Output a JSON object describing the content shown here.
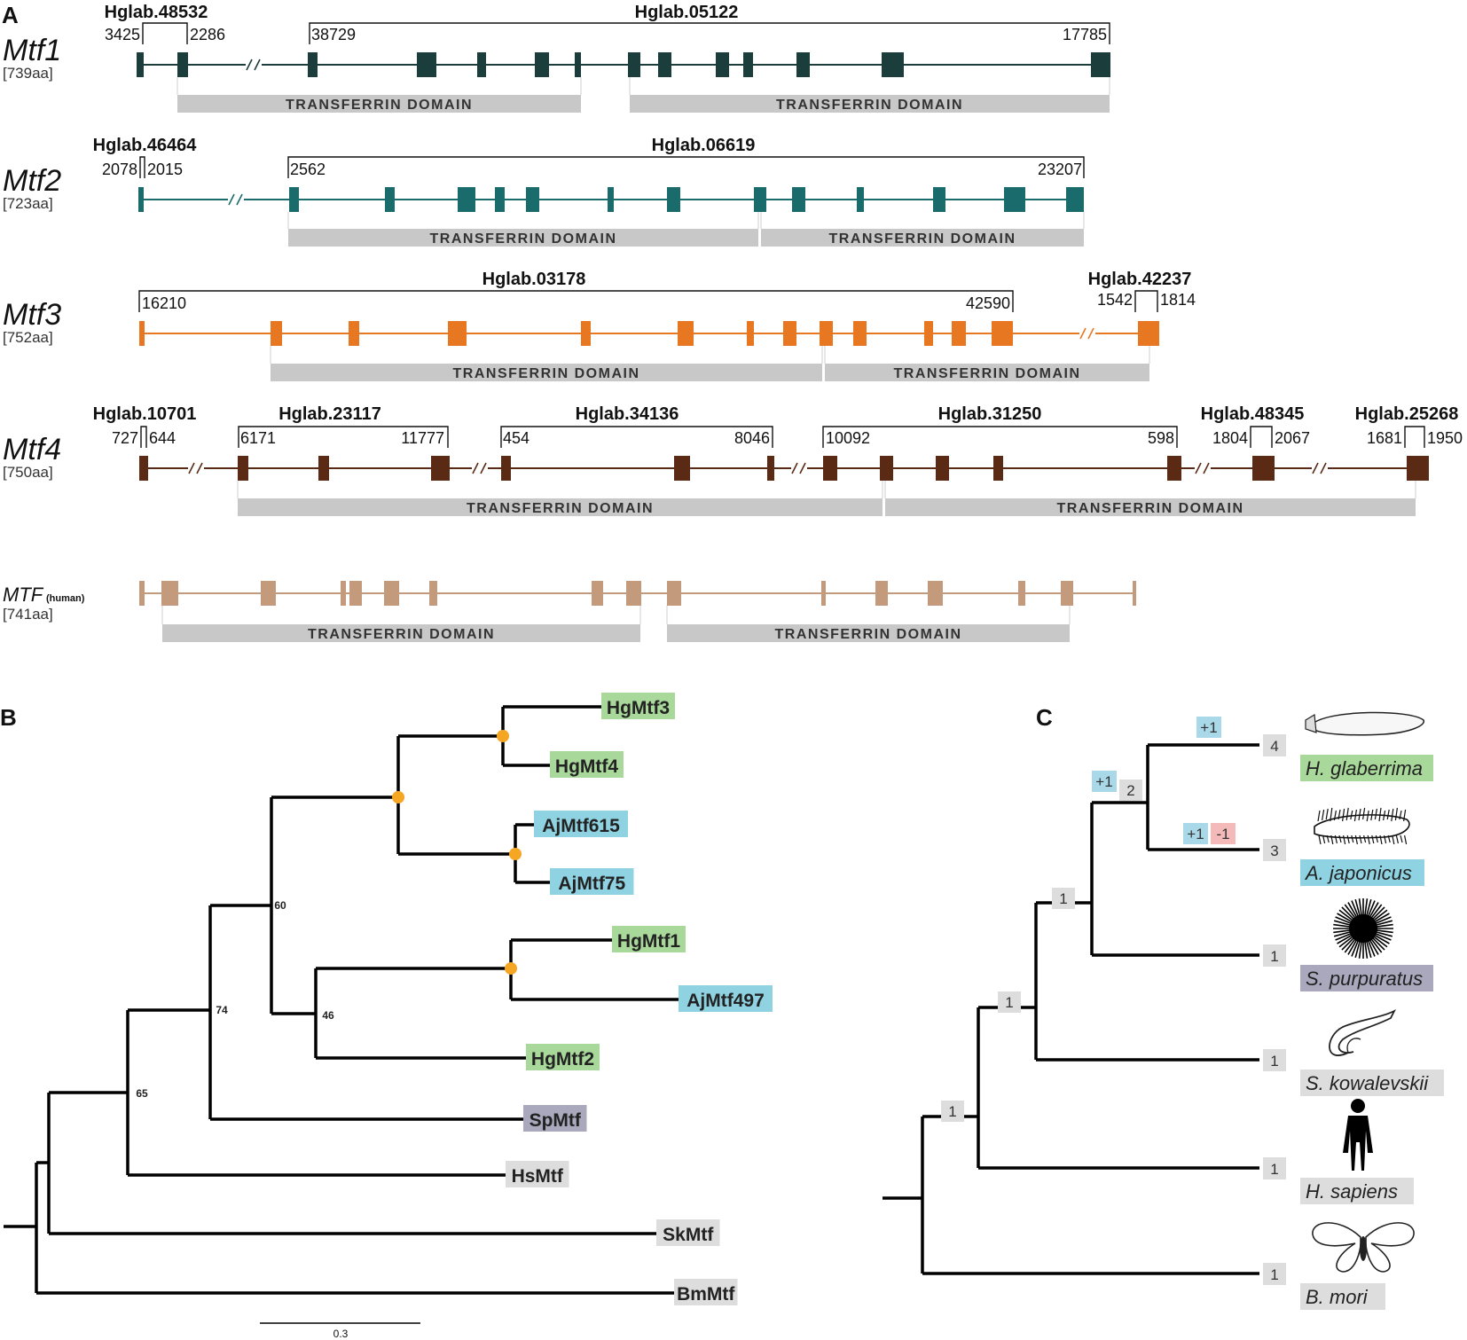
{
  "panels": {
    "a": "A",
    "b": "B",
    "c": "C"
  },
  "domain_label": "TRANSFERRIN DOMAIN",
  "genes": [
    {
      "name": "Mtf1",
      "aa": "[739aa]",
      "color": "#1b3d3b",
      "scaffolds": [
        {
          "id": "Hglab.48532",
          "start": "3425",
          "end": "2286"
        },
        {
          "id": "Hglab.05122",
          "start": "38729",
          "end": "17785"
        }
      ]
    },
    {
      "name": "Mtf2",
      "aa": "[723aa]",
      "color": "#1a6b6b",
      "scaffolds": [
        {
          "id": "Hglab.46464",
          "start": "2078",
          "end": "2015"
        },
        {
          "id": "Hglab.06619",
          "start": "2562",
          "end": "23207"
        }
      ]
    },
    {
      "name": "Mtf3",
      "aa": "[752aa]",
      "color": "#e87722",
      "scaffolds": [
        {
          "id": "Hglab.03178",
          "start": "16210",
          "end": "42590"
        },
        {
          "id": "Hglab.42237",
          "start": "1542",
          "end": "1814"
        }
      ]
    },
    {
      "name": "Mtf4",
      "aa": "[750aa]",
      "color": "#5a2a14",
      "scaffolds": [
        {
          "id": "Hglab.10701",
          "start": "727",
          "end": "644"
        },
        {
          "id": "Hglab.23117",
          "start": "6171",
          "end": "11777"
        },
        {
          "id": "Hglab.34136",
          "start": "454",
          "end": "8046"
        },
        {
          "id": "Hglab.31250",
          "start": "10092",
          "end": "598"
        },
        {
          "id": "Hglab.48345",
          "start": "1804",
          "end": "2067"
        },
        {
          "id": "Hglab.25268",
          "start": "1681",
          "end": "1950"
        }
      ]
    },
    {
      "name": "MTF",
      "name_suffix": "(human)",
      "aa": "[741aa]",
      "color": "#c49a7c",
      "scaffolds": []
    }
  ],
  "tree": {
    "tips": [
      "HgMtf3",
      "HgMtf4",
      "AjMtf615",
      "AjMtf75",
      "HgMtf1",
      "AjMtf497",
      "HgMtf2",
      "SpMtf",
      "HsMtf",
      "SkMtf",
      "BmMtf"
    ],
    "support": [
      "60",
      "74",
      "46",
      "65"
    ],
    "scale": "0.3"
  },
  "species": {
    "names": [
      "H. glaberrima",
      "A. japonicus",
      "S. purpuratus",
      "S. kowalevskii",
      "H. sapiens",
      "B. mori"
    ],
    "counts": [
      "4",
      "3",
      "1",
      "1",
      "1",
      "1"
    ],
    "node_counts": [
      "2",
      "1",
      "1",
      "1"
    ],
    "gain": "+1",
    "loss": "-1"
  },
  "colors": {
    "green": "#a8d89a",
    "blue": "#8fd3e3",
    "purple": "#a9a8bd",
    "grey": "#dddddd",
    "gain": "#a9d8e8",
    "loss": "#f4b9b9",
    "node": "#f5a623",
    "domain": "#c8c8c8"
  }
}
